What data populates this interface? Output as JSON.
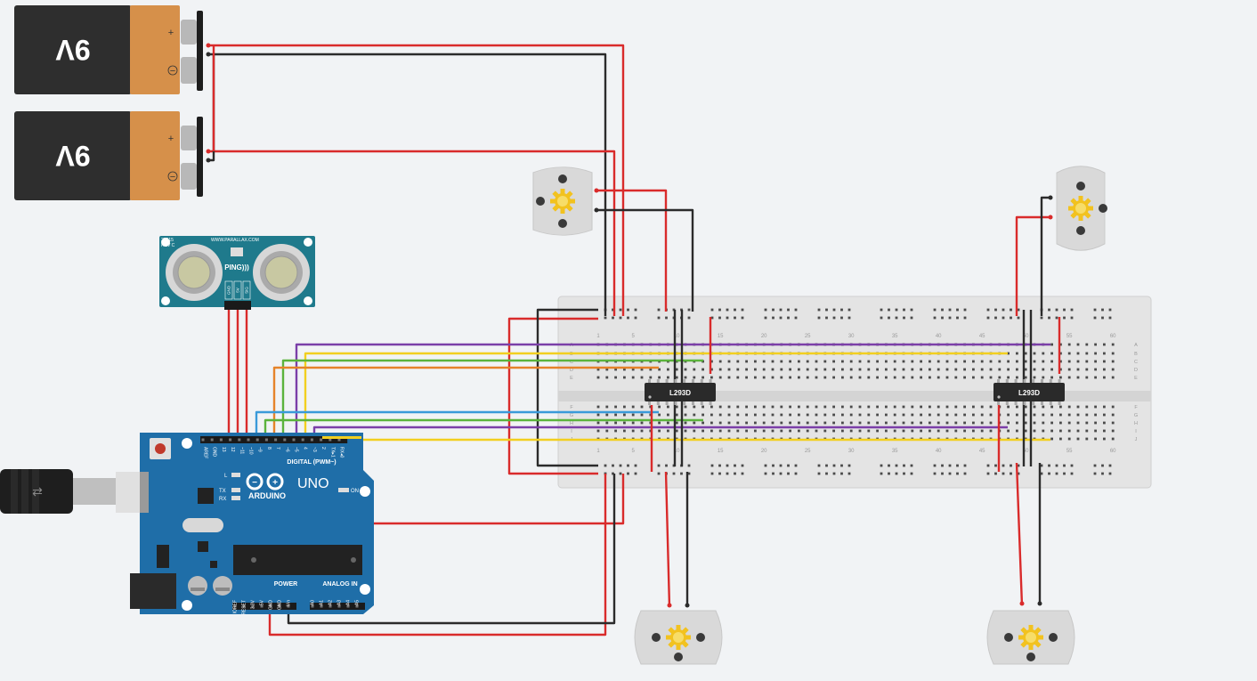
{
  "batteries": [
    {
      "label": "9V",
      "plus": "+",
      "minus": "−"
    },
    {
      "label": "9V",
      "plus": "+",
      "minus": "−"
    }
  ],
  "sensor": {
    "model": "28015",
    "rev": "REV C",
    "url": "WWW.PARALLAX.COM",
    "brand": "PING)))",
    "pins": [
      "GND",
      "5V",
      "SIG"
    ]
  },
  "arduino": {
    "brand": "ARDUINO",
    "model": "UNO",
    "digital_label": "DIGITAL (PWM~)",
    "on_label": "ON",
    "tx_label": "TX",
    "rx_label": "RX",
    "l_label": "L",
    "power_label": "POWER",
    "analog_label": "ANALOG IN",
    "digital_pins": [
      "AREF",
      "GND",
      "13",
      "12",
      "~11",
      "~10",
      "~9",
      "8",
      "7",
      "~6",
      "~5",
      "4",
      "~3",
      "2",
      "TX▸1",
      "RX◂0"
    ],
    "power_pins": [
      "IOREF",
      "RESET",
      "3.3V",
      "5V",
      "GND",
      "GND",
      "Vin"
    ],
    "analog_pins": [
      "A0",
      "A1",
      "A2",
      "A3",
      "A4",
      "A5"
    ]
  },
  "breadboard": {
    "column_numbers": [
      "1",
      "5",
      "10",
      "15",
      "20",
      "25",
      "30",
      "35",
      "40",
      "45",
      "50",
      "55",
      "60"
    ],
    "row_letters_top": [
      "A",
      "B",
      "C",
      "D",
      "E"
    ],
    "row_letters_bottom": [
      "F",
      "G",
      "H",
      "I",
      "J"
    ]
  },
  "chips": [
    {
      "label": "L293D"
    },
    {
      "label": "L293D"
    }
  ],
  "colors": {
    "wire_red": "#d92b2b",
    "wire_black": "#2b2b2b",
    "wire_purple": "#7b3fa8",
    "wire_yellow": "#f2cf1f",
    "wire_green": "#5bb33c",
    "wire_orange": "#e5832a",
    "wire_blue": "#3a9ad9",
    "board_blue": "#1f6ea8",
    "sensor_teal": "#1f7a8c",
    "battery_body": "#2e2e2e",
    "battery_cap": "#d6904a",
    "motor_body": "#d9d9d9",
    "gear": "#f2c21f"
  }
}
